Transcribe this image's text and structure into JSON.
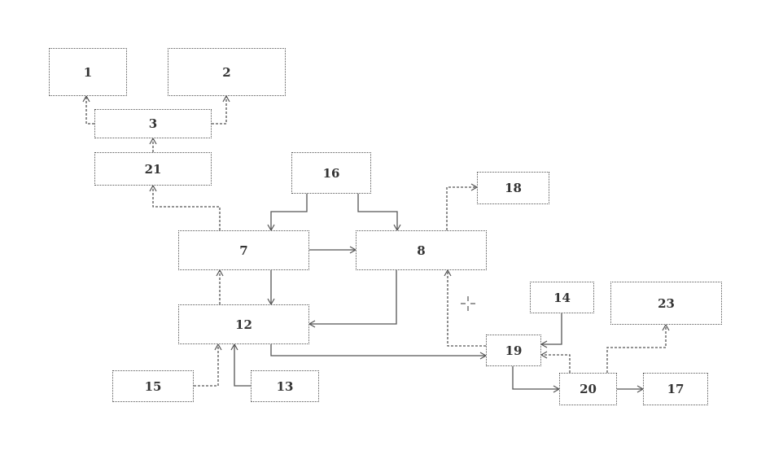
{
  "blocks": {
    "b1": "1",
    "b2": "2",
    "b3": "3",
    "b21": "21",
    "b16": "16",
    "b18": "18",
    "b7": "7",
    "b8": "8",
    "b12": "12",
    "b14": "14",
    "b23": "23",
    "b19": "19",
    "b20": "20",
    "b17": "17",
    "b15": "15",
    "b13": "13"
  },
  "colors": {
    "line": "#555555",
    "text": "#333333"
  }
}
